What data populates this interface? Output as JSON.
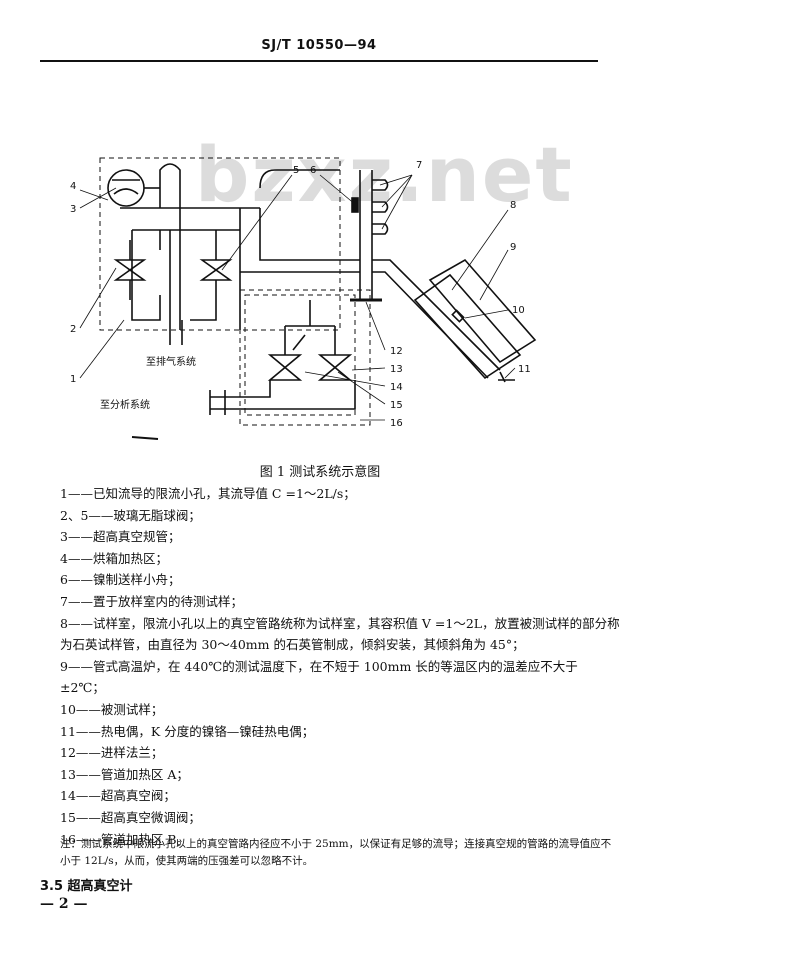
{
  "header": {
    "code": "SJ/T 10550—94"
  },
  "watermark": "bzxz.net",
  "figure": {
    "caption": "图 1   测试系统示意图",
    "callouts": [
      "1",
      "2",
      "3",
      "4",
      "5",
      "6",
      "7",
      "8",
      "9",
      "10",
      "11",
      "12",
      "13",
      "14",
      "15",
      "16"
    ],
    "text_exhaust": "至排气系统",
    "text_analysis": "至分析系统"
  },
  "legend": [
    "1——已知流导的限流小孔，其流导值 C =1～2L/s；",
    "2、5——玻璃无脂球阀；",
    "3——超高真空规管；",
    "4——烘箱加热区；",
    "6——镍制送样小舟；",
    "7——置于放样室内的待测试样；",
    "8——试样室，限流小孔以上的真空管路统称为试样室，其容积值 V =1～2L，放置被测试样的部分称为石英试样管，由直径为 30～40mm 的石英管制成，倾斜安装，其倾斜角为 45°；",
    "9——管式高温炉，在 440℃的测试温度下，在不短于 100mm 长的等温区内的温差应不大于±2℃；",
    "10——被测试样；",
    "11——热电偶，K 分度的镍铬—镍硅热电偶；",
    "12——进样法兰；",
    "13——管道加热区 A；",
    "14——超高真空阀；",
    "15——超高真空微调阀；",
    "16——管道加热区 B。"
  ],
  "note": "注：测试系统中限流小孔以上的真空管路内径应不小于 25mm，以保证有足够的流导；连接真空规的管路的流导值应不小于 12L/s，从而，使其两端的压强差可以忽略不计。",
  "section": "3.5  超高真空计",
  "page_number": "— 2 —"
}
